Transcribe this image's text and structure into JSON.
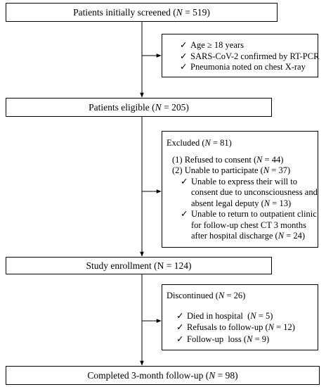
{
  "nodes": {
    "screened": {
      "text": "Patients initially screened",
      "n_label": "N",
      "n_value": "519"
    },
    "eligible": {
      "text": "Patients eligible",
      "n_label": "N",
      "n_value": "205"
    },
    "enrollment": {
      "text": "Study enrollment (N = 124)"
    },
    "completed": {
      "text": "Completed 3-month follow-up",
      "n_label": "N",
      "n_value": "98"
    }
  },
  "criteria": {
    "items": [
      "Age ≥ 18 years",
      "SARS-CoV-2 confirmed by RT-PCR",
      "Pneumonia noted on chest X-ray"
    ]
  },
  "excluded": {
    "title": "Excluded",
    "n": "81",
    "reasons": [
      {
        "text": "(1) Refused to consent",
        "n": "44"
      },
      {
        "text": "(2) Unable to participate",
        "n": "37"
      }
    ],
    "subreasons": [
      {
        "text_lines": [
          "Unable to express their will to",
          "consent due to unconsciousness and",
          "absent legal deputy"
        ],
        "n": "13"
      },
      {
        "text_lines": [
          "Unable to return to outpatient clinic",
          "for follow-up chest CT 3 months",
          "after hospital discharge"
        ],
        "n": "24"
      }
    ]
  },
  "discontinued": {
    "title": "Discontinued",
    "n": "26",
    "items": [
      {
        "text": "Died in hospital",
        "n": "5"
      },
      {
        "text": "Refusals to follow-up",
        "n": "12"
      },
      {
        "text": "Follow-up  loss",
        "n": "9"
      }
    ]
  },
  "symbols": {
    "check": "✓",
    "n_italic": "N"
  }
}
